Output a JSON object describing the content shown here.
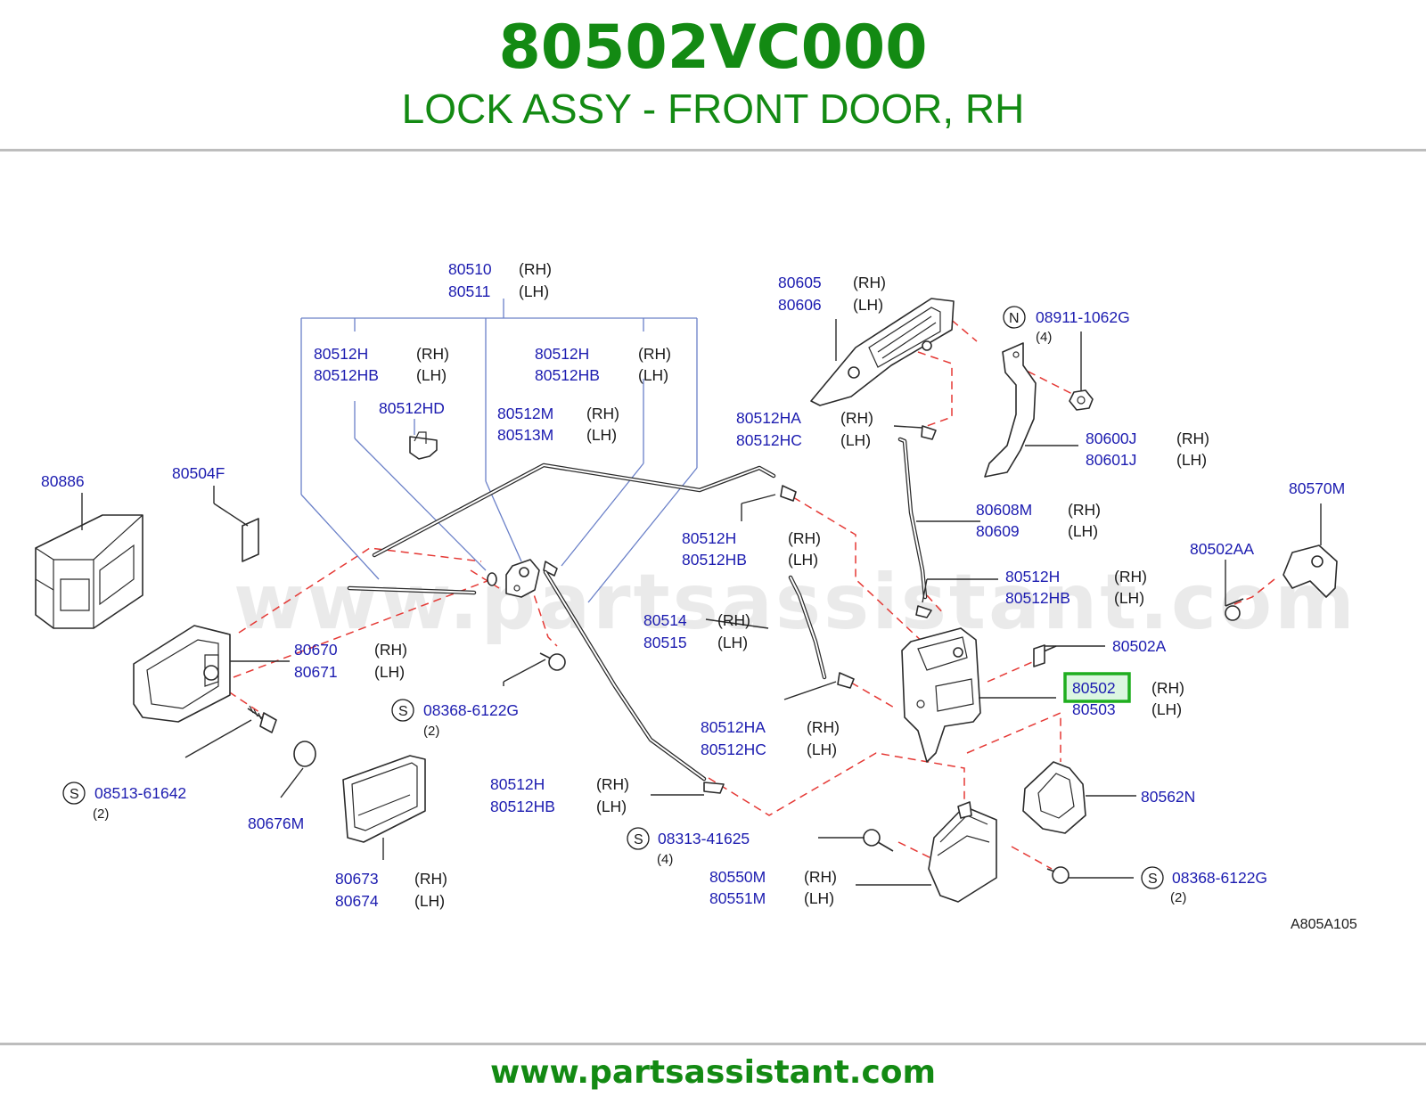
{
  "header": {
    "part_number": "80502VC000",
    "part_title": "LOCK ASSY - FRONT DOOR, RH"
  },
  "watermark": "www.partsassistant.com",
  "footer": {
    "url": "www.partsassistant.com"
  },
  "diagram_ref": "A805A105",
  "highlight": {
    "part": "80502",
    "color": "#1fae1f"
  },
  "colors": {
    "brand": "#138a13",
    "part_link": "#1c1cb0",
    "leader_dash": "#e53935"
  },
  "callouts": {
    "c80510": {
      "rh": "80510",
      "lh": "80511",
      "rh_tag": "(RH)",
      "lh_tag": "(LH)"
    },
    "c80512h_a": {
      "rh": "80512H",
      "lh": "80512HB",
      "rh_tag": "(RH)",
      "lh_tag": "(LH)"
    },
    "c80512h_b": {
      "rh": "80512H",
      "lh": "80512HB",
      "rh_tag": "(RH)",
      "lh_tag": "(LH)"
    },
    "c80512hd": {
      "pn": "80512HD"
    },
    "c80512m": {
      "rh": "80512M",
      "lh": "80513M",
      "rh_tag": "(RH)",
      "lh_tag": "(LH)"
    },
    "c80605": {
      "rh": "80605",
      "lh": "80606",
      "rh_tag": "(RH)",
      "lh_tag": "(LH)"
    },
    "c08911": {
      "symbol": "N",
      "pn": "08911-1062G",
      "qty": "(4)"
    },
    "c80512ha_top": {
      "rh": "80512HA",
      "lh": "80512HC",
      "rh_tag": "(RH)",
      "lh_tag": "(LH)"
    },
    "c80600j": {
      "rh": "80600J",
      "lh": "80601J",
      "rh_tag": "(RH)",
      "lh_tag": "(LH)"
    },
    "c80886": {
      "pn": "80886"
    },
    "c80504f": {
      "pn": "80504F"
    },
    "c80608m": {
      "rh": "80608M",
      "lh": "80609",
      "rh_tag": "(RH)",
      "lh_tag": "(LH)"
    },
    "c80570m": {
      "pn": "80570M"
    },
    "c80512h_mid": {
      "rh": "80512H",
      "lh": "80512HB",
      "rh_tag": "(RH)",
      "lh_tag": "(LH)"
    },
    "c80502aa": {
      "pn": "80502AA"
    },
    "c80512h_right": {
      "rh": "80512H",
      "lh": "80512HB",
      "rh_tag": "(RH)",
      "lh_tag": "(LH)"
    },
    "c80514": {
      "rh": "80514",
      "lh": "80515",
      "rh_tag": "(RH)",
      "lh_tag": "(LH)"
    },
    "c80502a": {
      "pn": "80502A"
    },
    "c80670": {
      "rh": "80670",
      "lh": "80671",
      "rh_tag": "(RH)",
      "lh_tag": "(LH)"
    },
    "c80502": {
      "rh": "80502",
      "lh": "80503",
      "rh_tag": "(RH)",
      "lh_tag": "(LH)"
    },
    "c08368_a": {
      "symbol": "S",
      "pn": "08368-6122G",
      "qty": "(2)"
    },
    "c80512ha_low": {
      "rh": "80512HA",
      "lh": "80512HC",
      "rh_tag": "(RH)",
      "lh_tag": "(LH)"
    },
    "c08513": {
      "symbol": "S",
      "pn": "08513-61642",
      "qty": "(2)"
    },
    "c80676m": {
      "pn": "80676M"
    },
    "c80512h_low": {
      "rh": "80512H",
      "lh": "80512HB",
      "rh_tag": "(RH)",
      "lh_tag": "(LH)"
    },
    "c80562n": {
      "pn": "80562N"
    },
    "c08313": {
      "symbol": "S",
      "pn": "08313-41625",
      "qty": "(4)"
    },
    "c80673": {
      "rh": "80673",
      "lh": "80674",
      "rh_tag": "(RH)",
      "lh_tag": "(LH)"
    },
    "c80550m": {
      "rh": "80550M",
      "lh": "80551M",
      "rh_tag": "(RH)",
      "lh_tag": "(LH)"
    },
    "c08368_b": {
      "symbol": "S",
      "pn": "08368-6122G",
      "qty": "(2)"
    }
  }
}
